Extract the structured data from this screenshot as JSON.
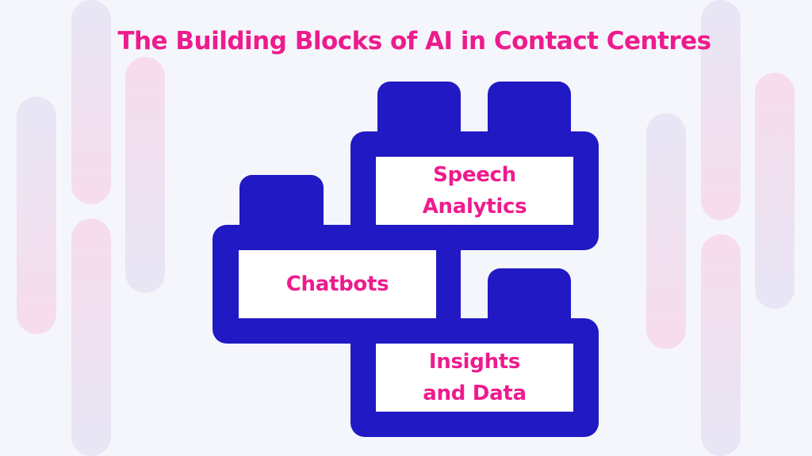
{
  "title": "The Building Blocks of AI in Contact Centres",
  "colors": {
    "accent": "#ee1b8d",
    "block": "#2119c4",
    "background": "#f4f6fb"
  },
  "blocks": [
    {
      "id": "speech-analytics",
      "label": "Speech\nAnalytics"
    },
    {
      "id": "chatbots",
      "label": "Chatbots"
    },
    {
      "id": "insights-and-data",
      "label": "Insights\nand Data"
    }
  ]
}
